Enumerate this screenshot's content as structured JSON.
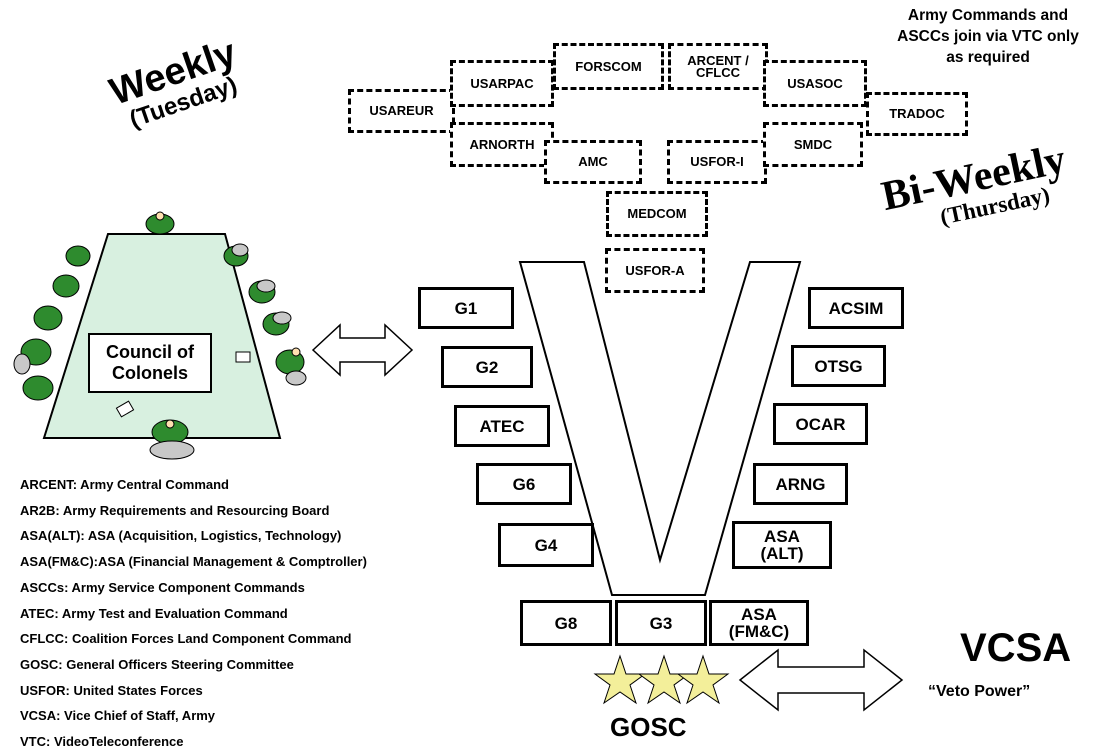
{
  "header_note": [
    "Army Commands and",
    "ASCCs join via VTC only",
    "as required"
  ],
  "weekly": {
    "title": "Weekly",
    "day": "(Tuesday)"
  },
  "biweekly": {
    "title": "Bi-Weekly",
    "day": "(Thursday)"
  },
  "dashed_orgs": [
    "USAREUR",
    "USARPAC",
    "FORSCOM",
    "ARCENT / CFLCC",
    "USASOC",
    "TRADOC",
    "ARNORTH",
    "AMC",
    "USFOR-I",
    "SMDC",
    "MEDCOM",
    "USFOR-A"
  ],
  "left_orgs": [
    "G1",
    "G2",
    "ATEC",
    "G6",
    "G4"
  ],
  "right_orgs": [
    "ACSIM",
    "OTSG",
    "OCAR",
    "ARNG",
    "ASA (ALT)"
  ],
  "bottom_orgs": [
    "G8",
    "G3",
    "ASA (FM&C)"
  ],
  "council": "Council of Colonels",
  "gosc": "GOSC",
  "vcsa": {
    "title": "VCSA",
    "subtitle": "“Veto Power”"
  },
  "glossary": [
    "ARCENT: Army Central Command",
    "AR2B: Army Requirements and Resourcing Board",
    "ASA(ALT): ASA (Acquisition, Logistics, Technology)",
    "ASA(FM&C):ASA (Financial Management & Comptroller)",
    "ASCCs: Army Service Component Commands",
    "ATEC: Army Test and Evaluation Command",
    "CFLCC: Coalition Forces Land Component Command",
    "GOSC: General Officers Steering Committee",
    "USFOR: United States Forces",
    "VCSA: Vice Chief of Staff, Army",
    "VTC: VideoTeleconference"
  ],
  "colors": {
    "table_fill": "#d8f0e0",
    "figure_green": "#2e8b2e",
    "star_fill": "#f3ef9a"
  }
}
